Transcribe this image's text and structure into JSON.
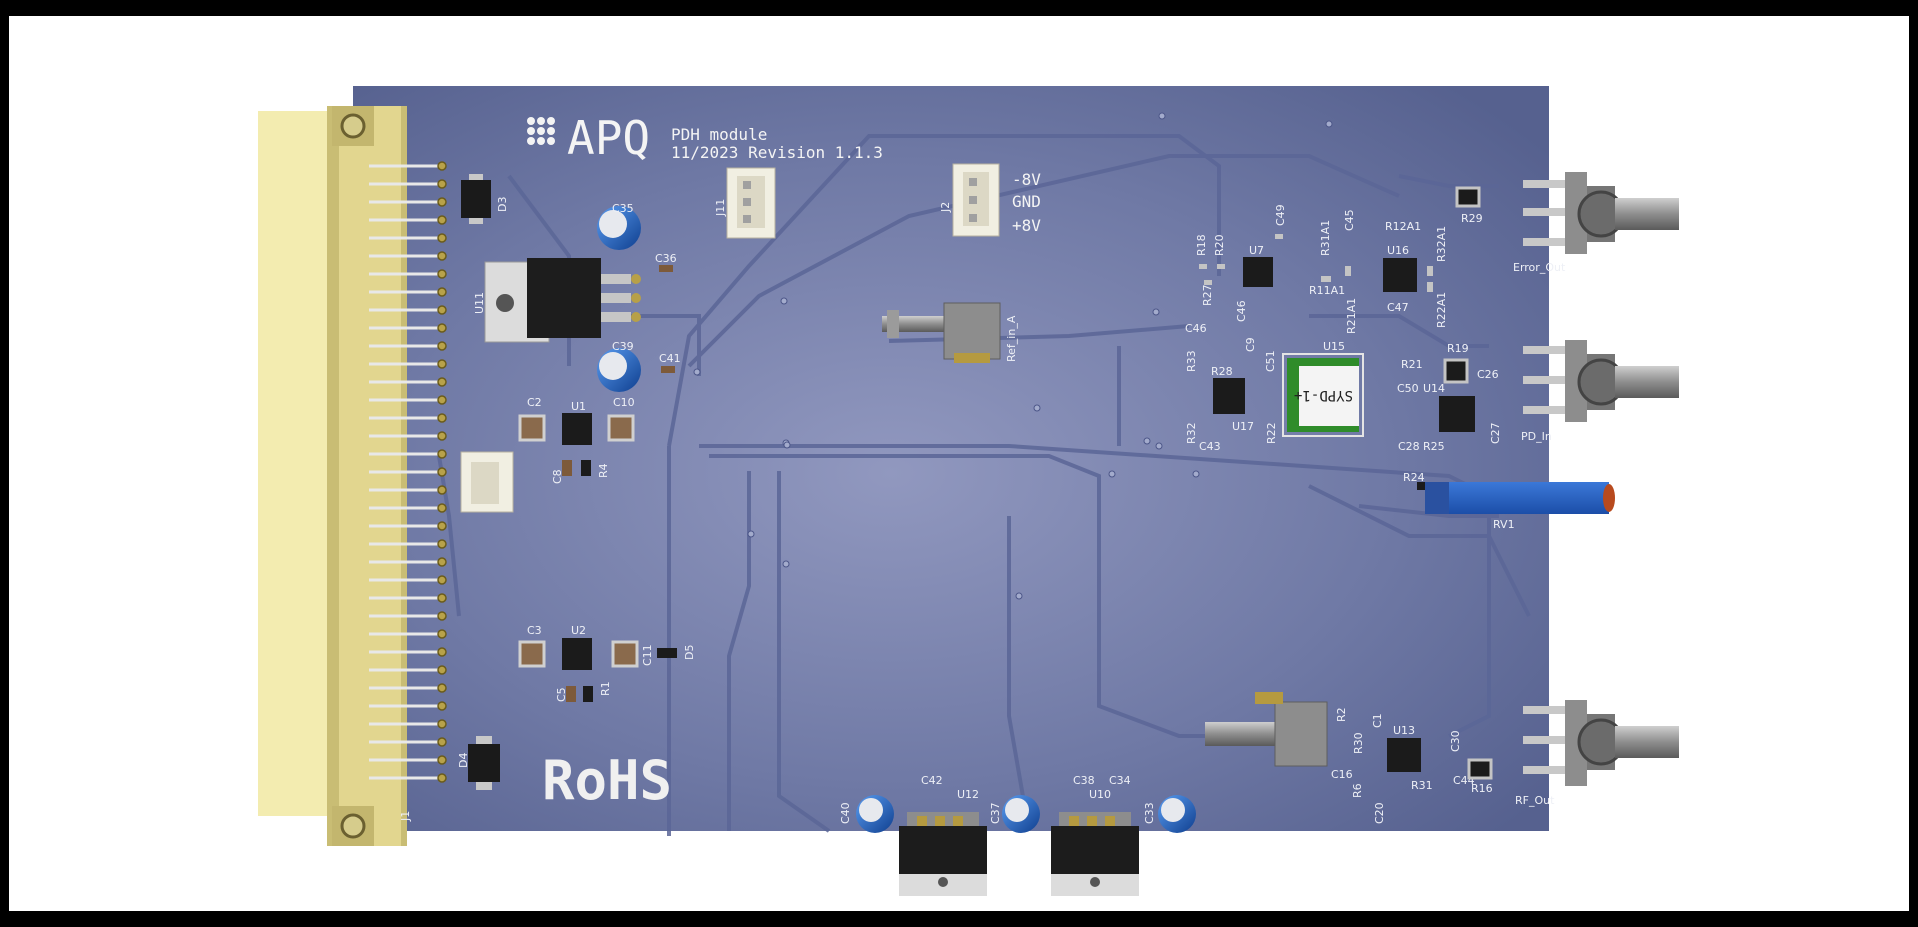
{
  "board": {
    "logo": "APQ",
    "title_line1": "PDH module",
    "title_line2": "11/2023 Revision 1.1.3",
    "rohs": "RoHS",
    "power_labels": [
      "-8V",
      "GND",
      "+8V"
    ],
    "mixer_marking": "SYPD-1+"
  },
  "connectors": {
    "j1": "J1",
    "j2": "J2",
    "j11": "J11",
    "sma_ref": "Ref_in_A",
    "error_out": "Error_Out",
    "pd_in": "PD_In",
    "rf_out": "RF_Out"
  },
  "components": {
    "d3": "D3",
    "u11": "U11",
    "c35": "C35",
    "c36": "C36",
    "c39": "C39",
    "c41": "C41",
    "c2": "C2",
    "u1": "U1",
    "c10": "C10",
    "c8": "C8",
    "r4": "R4",
    "c3": "C3",
    "u2": "U2",
    "c11": "C11",
    "d5": "D5",
    "c5": "C5",
    "r1": "R1",
    "d4": "D4",
    "c40": "C40",
    "c42": "C42",
    "u12": "U12",
    "c37": "C37",
    "c38": "C38",
    "c34": "C34",
    "u10": "U10",
    "c33": "C33",
    "r18": "R18",
    "r20": "R20",
    "r27": "R27",
    "u7": "U7",
    "c49": "C49",
    "c46a": "C46",
    "c46b": "C46",
    "r31a1": "R31A1",
    "c45": "C45",
    "r12a1": "R12A1",
    "u16": "U16",
    "r11a1": "R11A1",
    "r21a1": "R21A1",
    "c47": "C47",
    "r32a1": "R32A1",
    "r22a1": "R22A1",
    "r29": "R29",
    "r33": "R33",
    "r28": "R28",
    "c9": "C9",
    "c51": "C51",
    "u15": "U15",
    "r21": "R21",
    "r19": "R19",
    "c50": "C50",
    "u14": "U14",
    "c26": "C26",
    "r32": "R32",
    "c43": "C43",
    "u17": "U17",
    "r22": "R22",
    "c28": "C28",
    "r25": "R25",
    "c27": "C27",
    "r24": "R24",
    "rv1": "RV1",
    "r2": "R2",
    "r30": "R30",
    "c1": "C1",
    "u13": "U13",
    "c30": "C30",
    "c16": "C16",
    "r6": "R6",
    "r31": "R31",
    "c44": "C44",
    "r16": "R16",
    "c20": "C20"
  },
  "colors": {
    "pcb": "#6b76a3",
    "pcb_light": "#8a93bd",
    "trace": "#5d689a",
    "connector": "#f2ebae",
    "connector_dark": "#bdb166",
    "pot_blue": "#2c5fbf",
    "silk": "#f4f4f4"
  }
}
